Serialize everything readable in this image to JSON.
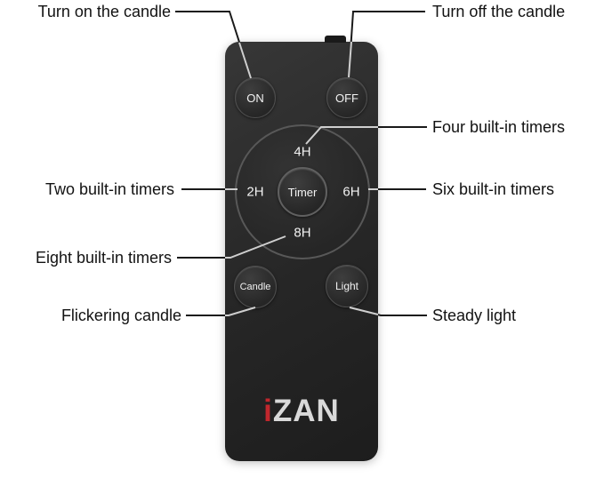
{
  "annotations": {
    "turn_on": "Turn on the candle",
    "turn_off": "Turn off the candle",
    "four_timers": "Four built-in timers",
    "two_timers": "Two built-in timers",
    "six_timers": "Six built-in timers",
    "eight_timers": "Eight built-in timers",
    "flickering_candle": "Flickering candle",
    "steady_light": "Steady light"
  },
  "remote": {
    "buttons": {
      "on": "ON",
      "off": "OFF",
      "timer_4h": "4H",
      "timer_2h": "2H",
      "timer_6h": "6H",
      "timer_8h": "8H",
      "timer": "Timer",
      "candle": "Candle",
      "light": "Light"
    },
    "brand": {
      "prefix": "i",
      "name": "ZAN"
    },
    "colors": {
      "body": "#272727",
      "button_text": "#f2f2f2",
      "brand_red": "#c1272d",
      "brand_gray": "#d9d9d9",
      "annotation_line": "#1a1a1a"
    }
  }
}
